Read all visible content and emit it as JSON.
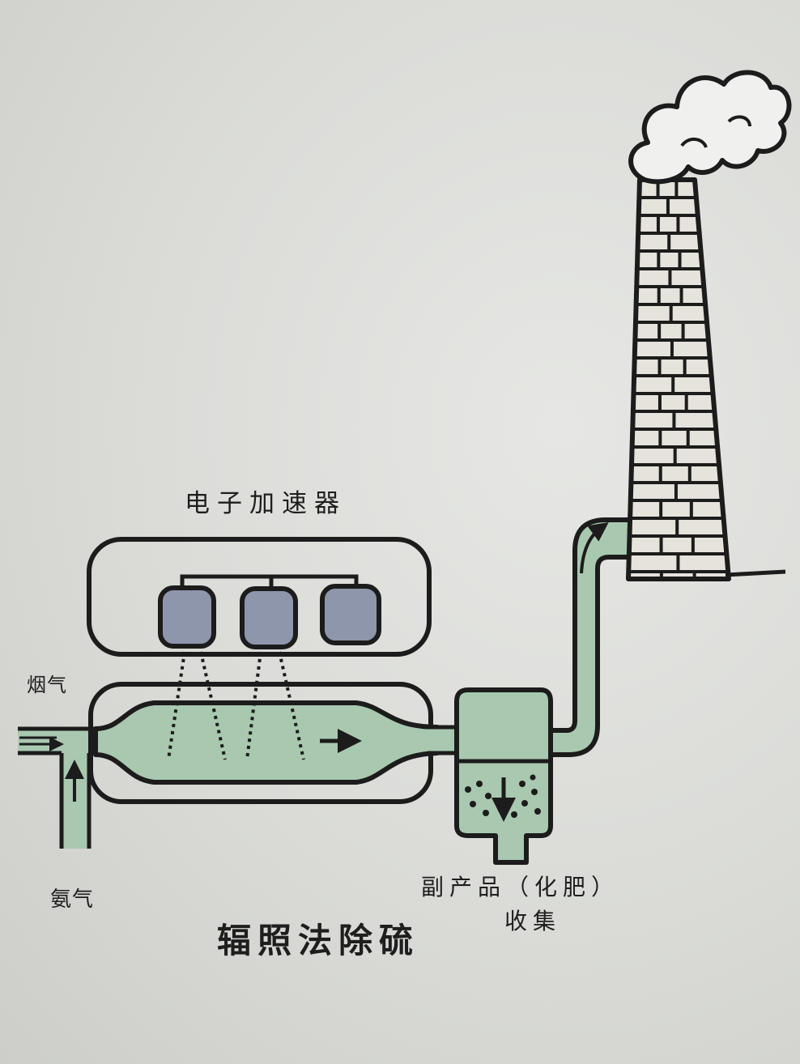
{
  "labels": {
    "electron_accelerator": "电子加速器",
    "flue_gas": "烟气",
    "ammonia": "氨气",
    "byproduct": "副产品（化肥）",
    "collect": "收集",
    "title": "辐照法除硫"
  },
  "colors": {
    "paper": "#dcdcd8",
    "ink": "#1c1c1c",
    "gas": "#a9c8b0",
    "accelerator_unit": "#8e96ac",
    "brick": "#e6e3dc",
    "smoke": "#f0f0ee"
  }
}
